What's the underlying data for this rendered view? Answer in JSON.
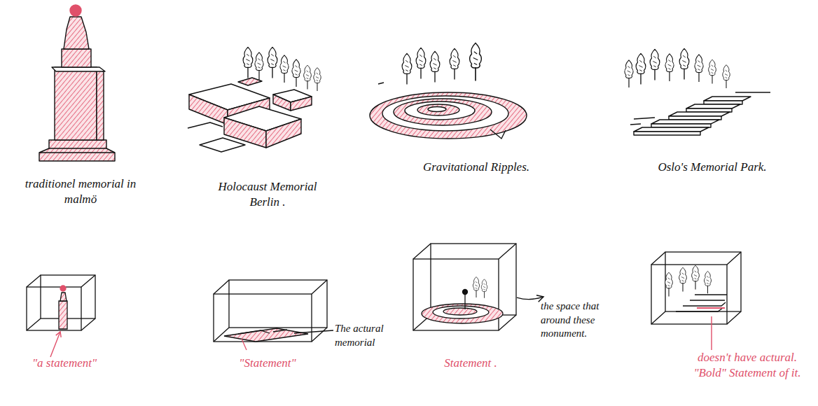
{
  "diagram": {
    "labels": [
      "traditionel memorial in malmö",
      "Holocaust Memorial Berlin .",
      "Gravitational Ripples.",
      "Oslo's Memorial Park.",
      "\"a statement\"",
      "\"Statement\"",
      "The actural memorial",
      "Statement .",
      "the space that around these monument.",
      "doesn't have actural. \"Bold\" Statement of it."
    ]
  }
}
